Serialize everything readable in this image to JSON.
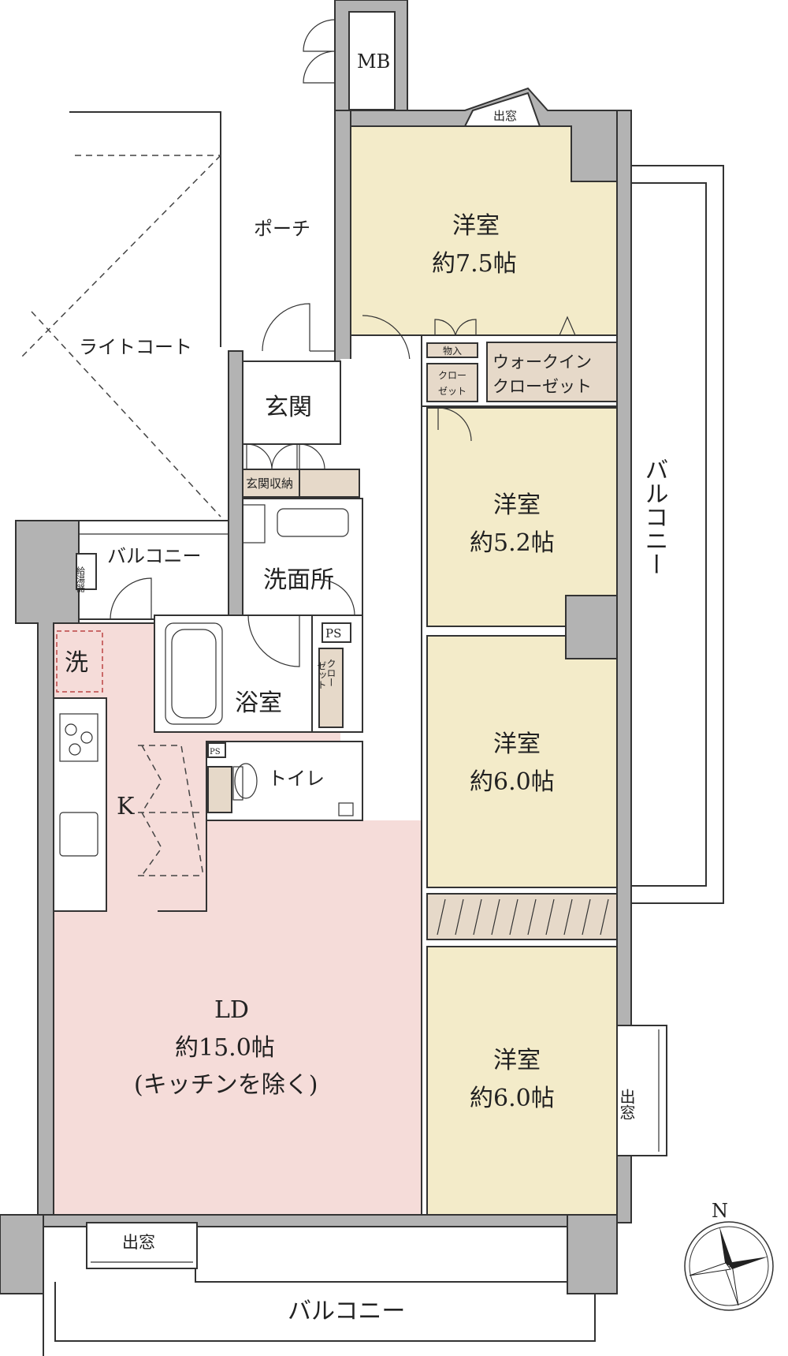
{
  "floorplan": {
    "rooms": {
      "western_1": {
        "name": "洋室",
        "size": "約7.5帖"
      },
      "western_2": {
        "name": "洋室",
        "size": "約5.2帖"
      },
      "western_3": {
        "name": "洋室",
        "size": "約6.0帖"
      },
      "western_4": {
        "name": "洋室",
        "size": "約6.0帖"
      },
      "ld": {
        "name": "LD",
        "size": "約15.0帖",
        "note": "(キッチンを除く)"
      },
      "kitchen": "K",
      "entrance": "玄関",
      "washroom": "洗面所",
      "bathroom": "浴室",
      "toilet": "トイレ",
      "porch": "ポーチ",
      "light_court": "ライトコート"
    },
    "storage": {
      "mb": "MB",
      "monoire": "物入",
      "walk_in_closet_1": "ウォークイン",
      "walk_in_closet_2": "クローゼット",
      "closet_a_1": "クロー",
      "closet_a_2": "ゼット",
      "closet_b_1": "クロー",
      "closet_b_2": "ゼット",
      "entrance_storage": "玄関収納",
      "ps_1": "PS",
      "ps_2": "PS",
      "water_heater": "給湯器",
      "washer": "洗"
    },
    "balconies": {
      "right": "バルコニー",
      "bottom": "バルコニー",
      "small": "バルコニー"
    },
    "bay_windows": {
      "top": "出窓",
      "right": "出窓",
      "bottom": "出窓"
    },
    "compass": {
      "north_label": "N"
    },
    "colors": {
      "western_room": "#f3ebc9",
      "ld": "#f5dcd9",
      "storage": "#e6d9c9",
      "wall": "#b3b3b3"
    }
  }
}
